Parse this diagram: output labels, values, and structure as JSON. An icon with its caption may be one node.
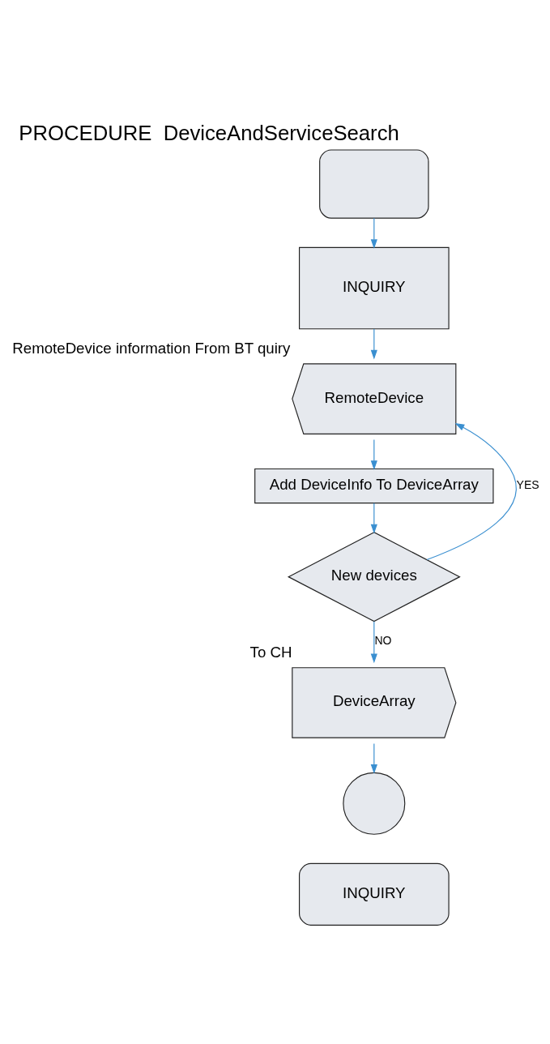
{
  "diagram": {
    "title": "PROCEDURE  DeviceAndServiceSearch",
    "nodes": [
      {
        "text": [],
        "shape": "box"
      },
      {
        "text": [
          "INQUIRY"
        ]
      },
      {
        "text": [
          "RemoteDevice"
        ],
        "beside": [
          "RemoteDevice information From BT quiry"
        ]
      },
      {
        "text": [
          "Add DeviceInfo To DeviceArray"
        ]
      },
      {
        "text": [
          "New devices"
        ]
      },
      {
        "text": [
          "DeviceArray"
        ],
        "beside": [
          "To CH"
        ]
      },
      {
        "text": [],
        "shape": "circle"
      },
      {
        "text": [
          "INQUIRY"
        ]
      }
    ],
    "edges": [
      {
        "from": 0,
        "to": 1,
        "arrow": "to"
      },
      {
        "from": 1,
        "to": 2,
        "arrow": "to"
      },
      {
        "from": 2,
        "to": 3,
        "arrow": "to"
      },
      {
        "from": 3,
        "to": 4,
        "arrow": "to"
      },
      {
        "from": 4,
        "to": 2,
        "arrow": "to",
        "label": "YES"
      },
      {
        "from": 4,
        "to": 5,
        "arrow": "to",
        "label": "NO"
      },
      {
        "from": 5,
        "to": 6,
        "arrow": "to"
      }
    ]
  }
}
